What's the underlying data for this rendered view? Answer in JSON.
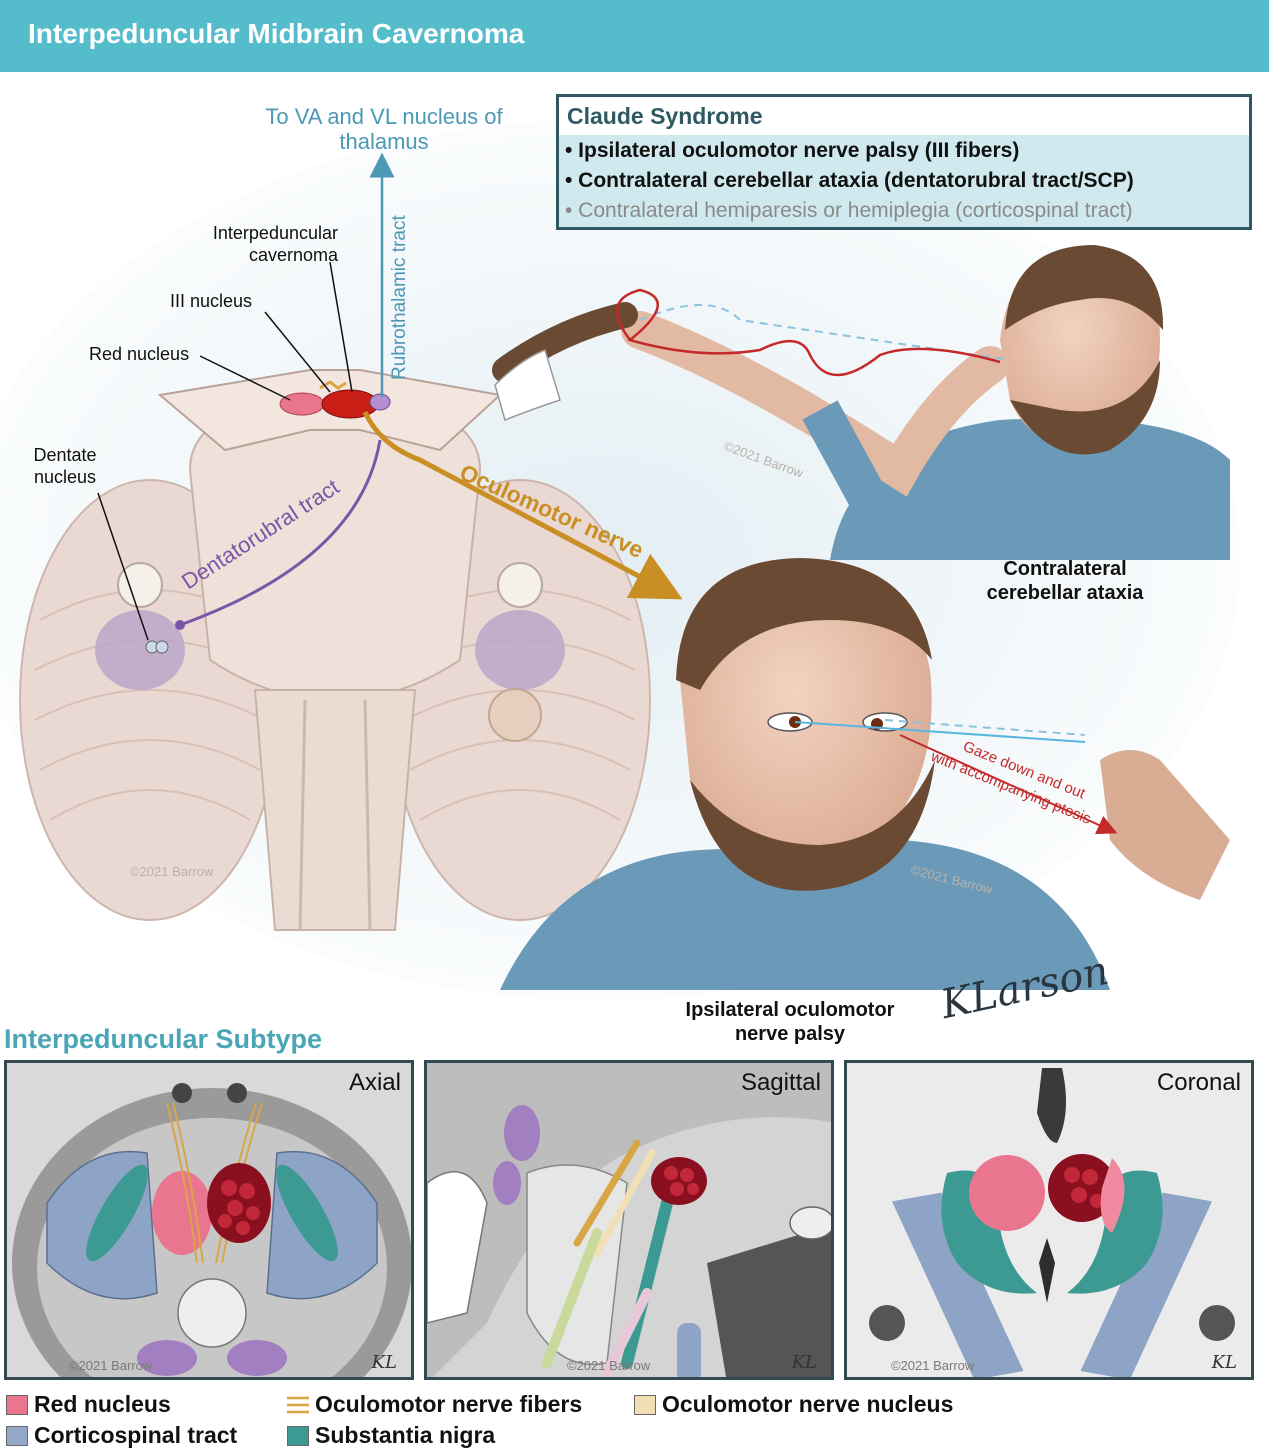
{
  "header": {
    "title": "Interpeduncular Midbrain Cavernoma"
  },
  "claude": {
    "title": "Claude Syndrome",
    "items": [
      "• Ipsilateral oculomotor nerve palsy (III fibers)",
      "• Contralateral cerebellar ataxia (dentatorubral tract/SCP)",
      "• Contralateral hemiparesis or hemiplegia (corticospinal tract)"
    ]
  },
  "labels": {
    "thalamus": "To VA and VL nucleus of thalamus",
    "rubrothalamic": "Rubrothalamic tract",
    "cavernoma": "Interpeduncular cavernoma",
    "iii_nucleus": "III nucleus",
    "red_nucleus": "Red nucleus",
    "dentate": "Dentate nucleus",
    "dentatorubral": "Dentatorubral tract",
    "oculomotor": "Oculomotor nerve",
    "gaze1": "Gaze down and out",
    "gaze2": "with accompanying ptosis"
  },
  "captions": {
    "ataxia": "Contralateral cerebellar ataxia",
    "palsy": "Ipsilateral oculomotor nerve palsy"
  },
  "watermark": "©2021 Barrow",
  "signature": "KLarson",
  "panel_signature": "KL",
  "subtype": {
    "title": "Interpeduncular Subtype",
    "panels": [
      "Axial",
      "Sagittal",
      "Coronal"
    ]
  },
  "legend": [
    {
      "label": "Red nucleus",
      "color": "#e9758e"
    },
    {
      "label": "Oculomotor nerve fibers",
      "color": "#d9a647"
    },
    {
      "label": "Oculomotor nerve nucleus",
      "color": "#f3dfb5"
    },
    {
      "label": "Corticospinal tract",
      "color": "#93a8c9"
    },
    {
      "label": "Substantia nigra",
      "color": "#3d9a92"
    }
  ],
  "colors": {
    "banner": "#55bccb",
    "box_border": "#2f5962",
    "box_fill": "#cfe9ee",
    "thalamus_text": "#4c98b5",
    "oculomotor": "#c98f25",
    "dentatorubral": "#7b55a8",
    "ataxia_path": "#c52a2a",
    "subtype_title": "#4aa6b6"
  }
}
